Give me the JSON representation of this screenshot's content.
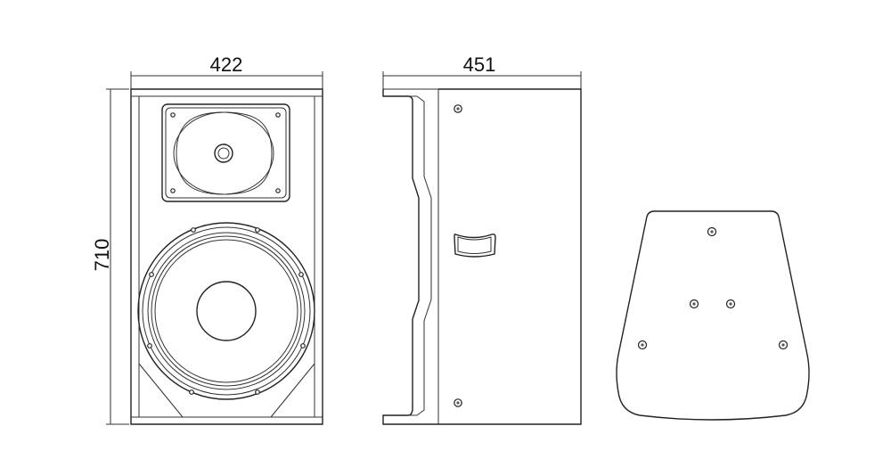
{
  "dimensions": {
    "width": "422",
    "depth": "451",
    "height": "710"
  },
  "palette": {
    "line": "#222222",
    "background": "#ffffff"
  },
  "views": [
    "front-view",
    "side-view",
    "bottom-view"
  ]
}
